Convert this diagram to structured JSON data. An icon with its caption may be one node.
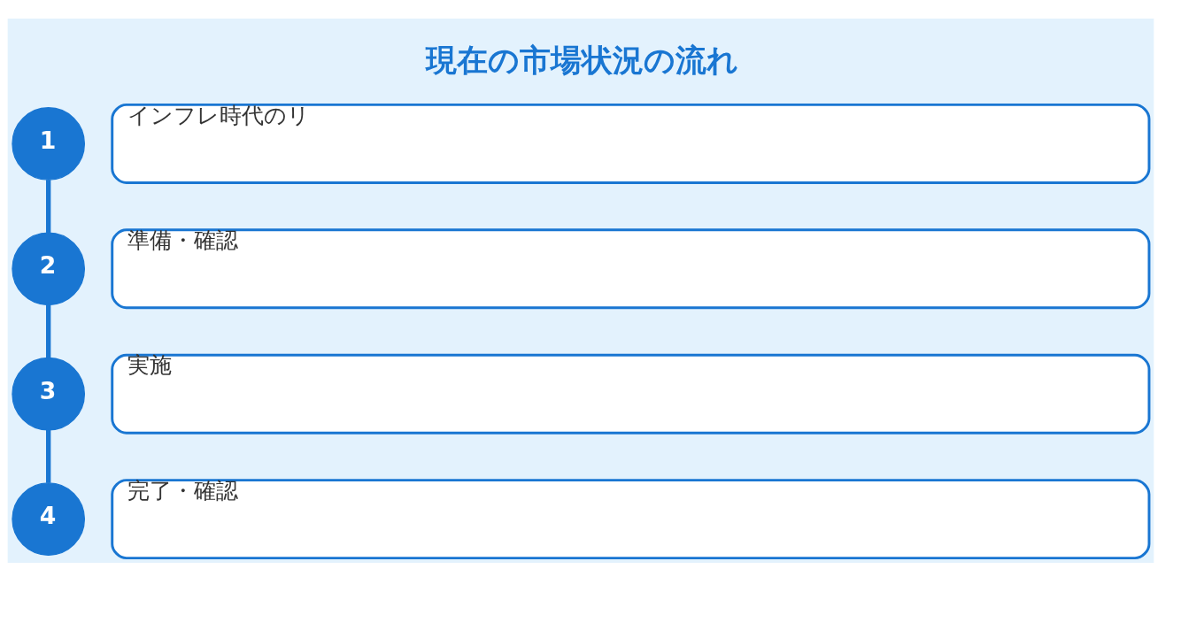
{
  "diagram": {
    "title": "現在の市場状況の流れ",
    "nodes": [
      {
        "text": [
          "1"
        ]
      },
      {
        "text": [
          "インフレ時代のリ"
        ]
      },
      {
        "text": [
          "2"
        ]
      },
      {
        "text": [
          "準備・確認"
        ]
      },
      {
        "text": [
          "3"
        ]
      },
      {
        "text": [
          "実施"
        ]
      },
      {
        "text": [
          "4"
        ]
      },
      {
        "text": [
          "完了・確認"
        ]
      }
    ],
    "edges": [
      {
        "from": 0,
        "to": 2,
        "arrow": "none"
      },
      {
        "from": 2,
        "to": 4,
        "arrow": "none"
      },
      {
        "from": 4,
        "to": 6,
        "arrow": "none"
      }
    ]
  }
}
